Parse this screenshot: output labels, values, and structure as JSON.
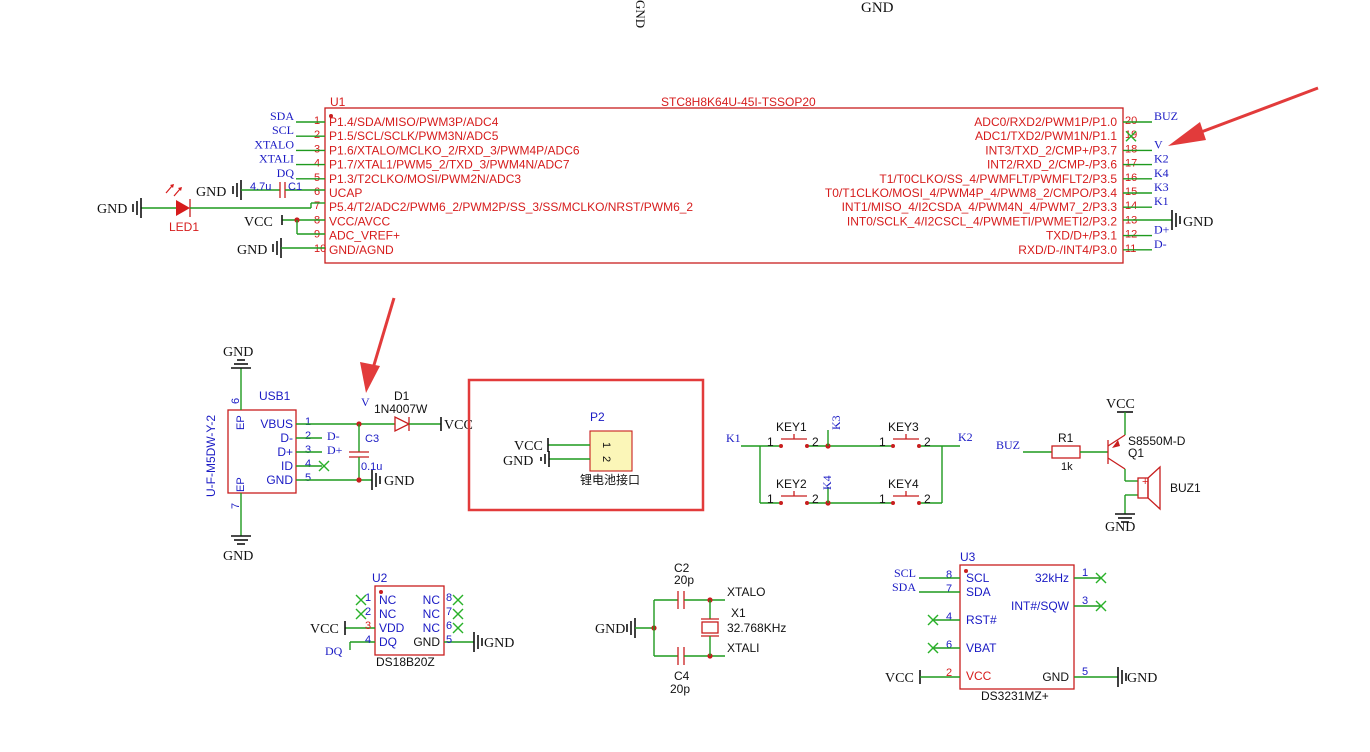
{
  "colors": {
    "component": "#d61c1c",
    "wire": "#1f9a1f",
    "net_label": "#1a1ac4",
    "power": "#111111",
    "annotation": "#e23b3b"
  },
  "top": {
    "gnd_rot": "GND",
    "gnd": "GND"
  },
  "u1": {
    "ref": "U1",
    "part": "STC8H8K64U-45I-TSSOP20",
    "left_pins": [
      {
        "num": "1",
        "name": "P1.4/SDA/MISO/PWM3P/ADC4",
        "net": "SDA"
      },
      {
        "num": "2",
        "name": "P1.5/SCL/SCLK/PWM3N/ADC5",
        "net": "SCL"
      },
      {
        "num": "3",
        "name": "P1.6/XTALO/MCLKO_2/RXD_3/PWM4P/ADC6",
        "net": "XTALO"
      },
      {
        "num": "4",
        "name": "P1.7/XTAL1/PWM5_2/TXD_3/PWM4N/ADC7",
        "net": "XTALI"
      },
      {
        "num": "5",
        "name": "P1.3/T2CLKO/MOSI/PWM2N/ADC3",
        "net": "DQ"
      },
      {
        "num": "6",
        "name": "UCAP",
        "net": ""
      },
      {
        "num": "7",
        "name": "P5.4/T2/ADC2/PWM6_2/PWM2P/SS_3/SS/MCLKO/NRST/PWM6_2",
        "net": ""
      },
      {
        "num": "8",
        "name": "VCC/AVCC",
        "net": ""
      },
      {
        "num": "9",
        "name": "ADC_VREF+",
        "net": ""
      },
      {
        "num": "10",
        "name": "GND/AGND",
        "net": ""
      }
    ],
    "right_pins": [
      {
        "num": "20",
        "name": "ADC0/RXD2/PWM1P/P1.0",
        "net": "BUZ"
      },
      {
        "num": "19",
        "name": "ADC1/TXD2/PWM1N/P1.1",
        "net": ""
      },
      {
        "num": "18",
        "name": "INT3/TXD_2/CMP+/P3.7",
        "net": "V"
      },
      {
        "num": "17",
        "name": "INT2/RXD_2/CMP-/P3.6",
        "net": "K2"
      },
      {
        "num": "16",
        "name": "T1/T0CLKO/SS_4/PWMFLT/PWMFLT2/P3.5",
        "net": "K4"
      },
      {
        "num": "15",
        "name": "T0/T1CLKO/MOSI_4/PWM4P_4/PWM8_2/CMPO/P3.4",
        "net": "K3"
      },
      {
        "num": "14",
        "name": "INT1/MISO_4/I2CSDA_4/PWM4N_4/PWM7_2/P3.3",
        "net": "K1"
      },
      {
        "num": "13",
        "name": "INT0/SCLK_4/I2CSCL_4/PWMETI/PWMETI2/P3.2",
        "net": ""
      },
      {
        "num": "12",
        "name": "TXD/D+/P3.1",
        "net": "D+"
      },
      {
        "num": "11",
        "name": "RXD/D-/INT4/P3.0",
        "net": "D-"
      }
    ],
    "gnd_left": "GND",
    "gnd_cap": "GND",
    "vcc": "VCC",
    "gnd_pin10": "GND",
    "gnd_right": "GND",
    "c1_value": "4.7u",
    "c1_ref": "C1",
    "led_ref": "LED1"
  },
  "usb": {
    "gnd_top": "GND",
    "gnd_bottom": "GND",
    "part": "U-F-M5DW-Y-2",
    "ref": "USB1",
    "ep_top": "EP",
    "ep_bottom": "EP",
    "pin6": "6",
    "pin7": "7",
    "pins": [
      {
        "num": "1",
        "name": "VBUS",
        "net": ""
      },
      {
        "num": "2",
        "name": "D-",
        "net": "D-"
      },
      {
        "num": "3",
        "name": "D+",
        "net": "D+"
      },
      {
        "num": "4",
        "name": "ID",
        "net": ""
      },
      {
        "num": "5",
        "name": "GND",
        "net": ""
      }
    ],
    "v_label": "V",
    "d1_ref": "D1",
    "d1_part": "1N4007W",
    "vcc": "VCC",
    "c3_ref": "C3",
    "c3_value": "0.1u",
    "gnd": "GND"
  },
  "p2": {
    "ref": "P2",
    "pin1": "1",
    "pin2": "2",
    "vcc": "VCC",
    "gnd": "GND",
    "caption": "锂电池接口"
  },
  "keys": {
    "k1": "K1",
    "k2": "K2",
    "k3": "K3",
    "k4": "K4",
    "key1": "KEY1",
    "key2": "KEY2",
    "key3": "KEY3",
    "key4": "KEY4",
    "p1": "1",
    "p2": "2"
  },
  "buzzer": {
    "vcc": "VCC",
    "buz_net": "BUZ",
    "r_ref": "R1",
    "r_value": "1k",
    "q_part": "S8550M-D",
    "q_ref": "Q1",
    "buz_ref": "BUZ1",
    "gnd": "GND",
    "plus": "+"
  },
  "u2": {
    "ref": "U2",
    "part": "DS18B20Z",
    "left": [
      {
        "num": "1",
        "name": "NC"
      },
      {
        "num": "2",
        "name": "NC"
      },
      {
        "num": "3",
        "name": "VDD"
      },
      {
        "num": "4",
        "name": "DQ"
      }
    ],
    "right": [
      {
        "num": "8",
        "name": "NC"
      },
      {
        "num": "7",
        "name": "NC"
      },
      {
        "num": "6",
        "name": "NC"
      },
      {
        "num": "5",
        "name": "GND"
      }
    ],
    "vcc": "VCC",
    "dq": "DQ",
    "gnd": "GND"
  },
  "crystal": {
    "c2_ref": "C2",
    "c2_value": "20p",
    "c4_ref": "C4",
    "c4_value": "20p",
    "x_ref": "X1",
    "x_value": "32.768KHz",
    "xtalo": "XTALO",
    "xtali": "XTALI",
    "gnd": "GND"
  },
  "u3": {
    "ref": "U3",
    "part": "DS3231MZ+",
    "left": [
      {
        "num": "8",
        "name": "SCL",
        "net": "SCL"
      },
      {
        "num": "7",
        "name": "SDA",
        "net": "SDA"
      },
      {
        "num": "4",
        "name": "RST#",
        "net": ""
      },
      {
        "num": "6",
        "name": "VBAT",
        "net": ""
      },
      {
        "num": "2",
        "name": "VCC",
        "net": ""
      }
    ],
    "right": [
      {
        "num": "1",
        "name": "32kHz"
      },
      {
        "num": "3",
        "name": "INT#/SQW"
      },
      {
        "num": "5",
        "name": "GND"
      }
    ],
    "vcc": "VCC",
    "gnd": "GND"
  }
}
